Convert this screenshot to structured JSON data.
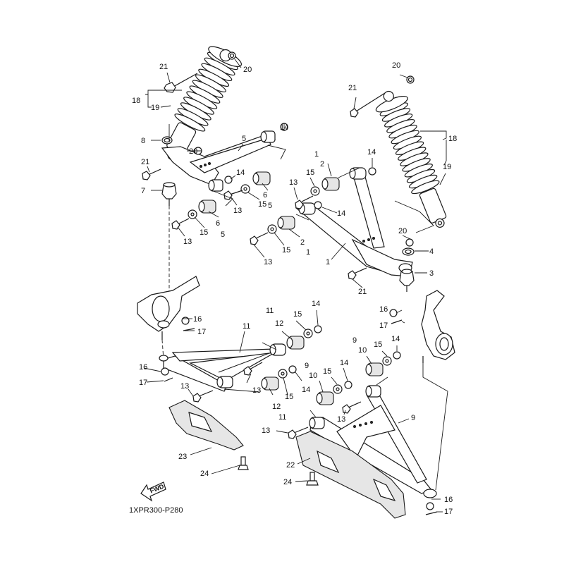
{
  "diagram": {
    "title": "Front Suspension & Wheel",
    "code": "1XPR300-P280",
    "fwd_label": "FWD",
    "callouts": [
      {
        "id": "c-21a",
        "text": "21"
      },
      {
        "id": "c-20a",
        "text": "20"
      },
      {
        "id": "c-18a",
        "text": "18"
      },
      {
        "id": "c-19a",
        "text": "19"
      },
      {
        "id": "c-8",
        "text": "8"
      },
      {
        "id": "c-5a",
        "text": "5"
      },
      {
        "id": "c-14a",
        "text": "14"
      },
      {
        "id": "c-20b",
        "text": "20"
      },
      {
        "id": "c-21b",
        "text": "21"
      },
      {
        "id": "c-7",
        "text": "7"
      },
      {
        "id": "c-14b",
        "text": "14"
      },
      {
        "id": "c-13a",
        "text": "13"
      },
      {
        "id": "c-15a",
        "text": "15"
      },
      {
        "id": "c-6a",
        "text": "6"
      },
      {
        "id": "c-5b",
        "text": "5"
      },
      {
        "id": "c-13b",
        "text": "13"
      },
      {
        "id": "c-15b",
        "text": "15"
      },
      {
        "id": "c-6b",
        "text": "6"
      },
      {
        "id": "c-5c",
        "text": "5"
      },
      {
        "id": "c-1a",
        "text": "1"
      },
      {
        "id": "c-2a",
        "text": "2"
      },
      {
        "id": "c-14c",
        "text": "14"
      },
      {
        "id": "c-15c",
        "text": "15"
      },
      {
        "id": "c-13c",
        "text": "13"
      },
      {
        "id": "c-14d",
        "text": "14"
      },
      {
        "id": "c-13d",
        "text": "13"
      },
      {
        "id": "c-15d",
        "text": "15"
      },
      {
        "id": "c-2b",
        "text": "2"
      },
      {
        "id": "c-1b",
        "text": "1"
      },
      {
        "id": "c-1c",
        "text": "1"
      },
      {
        "id": "c-20c",
        "text": "20"
      },
      {
        "id": "c-21c",
        "text": "21"
      },
      {
        "id": "c-18b",
        "text": "18"
      },
      {
        "id": "c-19b",
        "text": "19"
      },
      {
        "id": "c-20d",
        "text": "20"
      },
      {
        "id": "c-4",
        "text": "4"
      },
      {
        "id": "c-3",
        "text": "3"
      },
      {
        "id": "c-21d",
        "text": "21"
      },
      {
        "id": "c-16a",
        "text": "16"
      },
      {
        "id": "c-17a",
        "text": "17"
      },
      {
        "id": "c-16b",
        "text": "16"
      },
      {
        "id": "c-17b",
        "text": "17"
      },
      {
        "id": "c-11a",
        "text": "11"
      },
      {
        "id": "c-11b",
        "text": "11"
      },
      {
        "id": "c-12a",
        "text": "12"
      },
      {
        "id": "c-15e",
        "text": "15"
      },
      {
        "id": "c-14e",
        "text": "14"
      },
      {
        "id": "c-13e",
        "text": "13"
      },
      {
        "id": "c-13f",
        "text": "13"
      },
      {
        "id": "c-16c",
        "text": "16"
      },
      {
        "id": "c-17c",
        "text": "17"
      },
      {
        "id": "c-15f",
        "text": "15"
      },
      {
        "id": "c-14f",
        "text": "14"
      },
      {
        "id": "c-12b",
        "text": "12"
      },
      {
        "id": "c-11c",
        "text": "11"
      },
      {
        "id": "c-9a",
        "text": "9"
      },
      {
        "id": "c-10a",
        "text": "10"
      },
      {
        "id": "c-15g",
        "text": "15"
      },
      {
        "id": "c-14g",
        "text": "14"
      },
      {
        "id": "c-9b",
        "text": "9"
      },
      {
        "id": "c-10b",
        "text": "10"
      },
      {
        "id": "c-15h",
        "text": "15"
      },
      {
        "id": "c-14h",
        "text": "14"
      },
      {
        "id": "c-13g",
        "text": "13"
      },
      {
        "id": "c-9c",
        "text": "9"
      },
      {
        "id": "c-13h",
        "text": "13"
      },
      {
        "id": "c-22",
        "text": "22"
      },
      {
        "id": "c-23",
        "text": "23"
      },
      {
        "id": "c-24a",
        "text": "24"
      },
      {
        "id": "c-24b",
        "text": "24"
      },
      {
        "id": "c-16d",
        "text": "16"
      },
      {
        "id": "c-17d",
        "text": "17"
      }
    ]
  }
}
